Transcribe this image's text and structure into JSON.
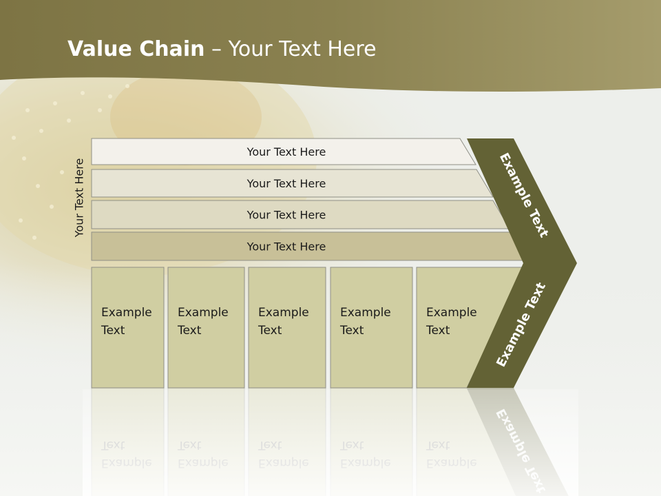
{
  "slide": {
    "title_bold": "Value Chain",
    "title_rest": " – Your Text Here",
    "vertical_label": "Your Text Here"
  },
  "rows": [
    {
      "label": "Your Text Here",
      "fill": "#f3f1eb"
    },
    {
      "label": "Your Text Here",
      "fill": "#e7e4d4"
    },
    {
      "label": "Your Text Here",
      "fill": "#dedac2"
    },
    {
      "label": "Your Text Here",
      "fill": "#c8c098"
    }
  ],
  "columns": [
    {
      "line1": "Example",
      "line2": "Text"
    },
    {
      "line1": "Example",
      "line2": "Text"
    },
    {
      "line1": "Example",
      "line2": "Text"
    },
    {
      "line1": "Example",
      "line2": "Text"
    },
    {
      "line1": "Example",
      "line2": "Text"
    }
  ],
  "arrow": {
    "upper_label": "Example Text",
    "lower_label": "Example Text",
    "fill": "#636235"
  },
  "colors": {
    "header_band": "#8d8555",
    "column_fill": "#d0cea2",
    "box_stroke": "#8f8f86"
  }
}
